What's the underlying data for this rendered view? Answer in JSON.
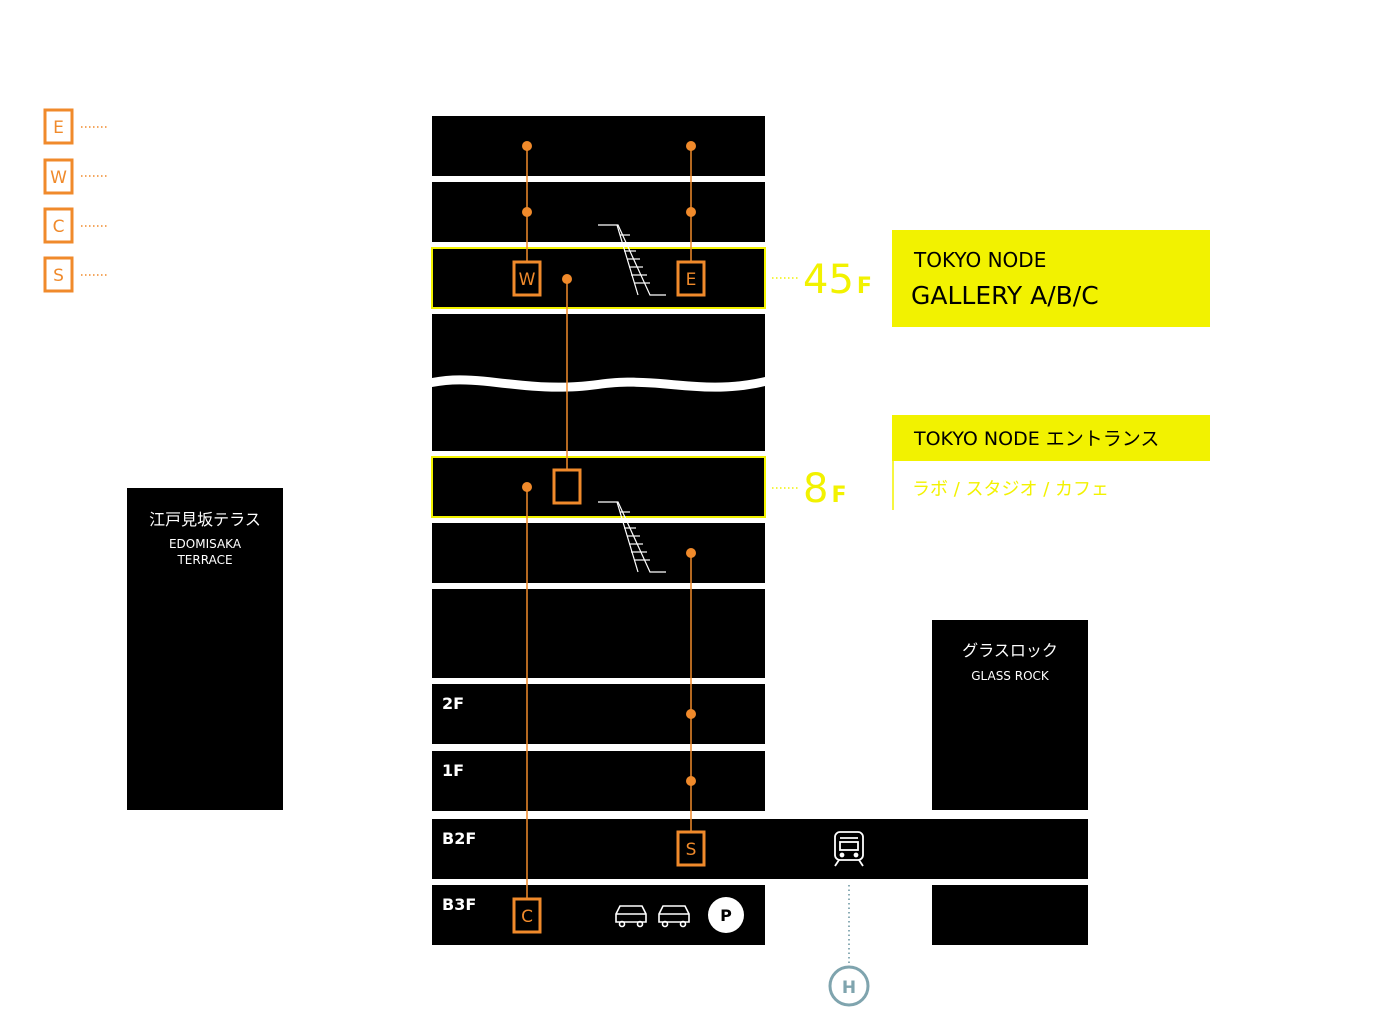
{
  "legend": {
    "items": [
      {
        "letter": "E"
      },
      {
        "letter": "W"
      },
      {
        "letter": "C"
      },
      {
        "letter": "S"
      }
    ]
  },
  "floors": {
    "f45": {
      "number": "45",
      "suffix": "F"
    },
    "f8": {
      "number": "8",
      "suffix": "F"
    },
    "f2": "2F",
    "f1": "1F",
    "b2": "B2F",
    "b3": "B3F"
  },
  "elevators": {
    "w": "W",
    "e": "E",
    "c": "C",
    "s": "S"
  },
  "gallery": {
    "line1": "TOKYO NODE",
    "line2": "GALLERY A/B/C"
  },
  "entrance": {
    "title": "TOKYO NODE  エントランス",
    "subtitle": "ラボ / スタジオ / カフェ"
  },
  "edomisaka": {
    "jp": "江戸見坂テラス",
    "en1": "EDOMISAKA",
    "en2": "TERRACE"
  },
  "glassrock": {
    "jp": "グラスロック",
    "en": "GLASS ROCK"
  },
  "parking": {
    "label": "P"
  },
  "station": {
    "label": "H"
  },
  "colors": {
    "accent": "#F08A2B",
    "highlight": "#F2F200",
    "building": "#000000",
    "station": "#7FA4AE"
  }
}
